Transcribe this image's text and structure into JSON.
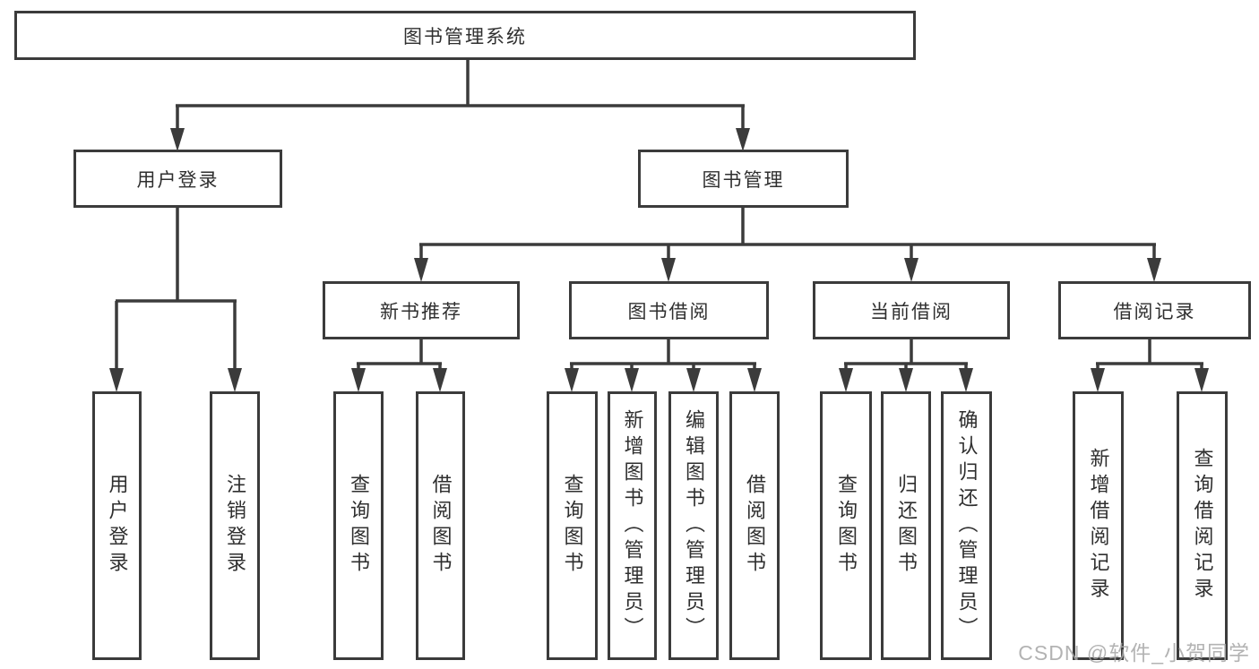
{
  "diagram": {
    "root": {
      "label": "图书管理系统"
    },
    "level2": [
      {
        "label": "用户登录"
      },
      {
        "label": "图书管理"
      }
    ],
    "level3": [
      {
        "label": "新书推荐"
      },
      {
        "label": "图书借阅"
      },
      {
        "label": "当前借阅"
      },
      {
        "label": "借阅记录"
      }
    ],
    "leaves": [
      {
        "label": "用户登录"
      },
      {
        "label": "注销登录"
      },
      {
        "label": "查询图书"
      },
      {
        "label": "借阅图书"
      },
      {
        "label": "查询图书"
      },
      {
        "label": "新增图书（管理员）"
      },
      {
        "label": "编辑图书（管理员）"
      },
      {
        "label": "借阅图书"
      },
      {
        "label": "查询图书"
      },
      {
        "label": "归还图书"
      },
      {
        "label": "确认归还（管理员）"
      },
      {
        "label": "新增借阅记录"
      },
      {
        "label": "查询借阅记录"
      }
    ]
  },
  "watermark": {
    "text": "CSDN @软件_小贺同学"
  },
  "colors": {
    "line": "#3b3b3b",
    "text": "#2f2f2f",
    "watermark": "#a6a6a6",
    "background": "#ffffff"
  }
}
